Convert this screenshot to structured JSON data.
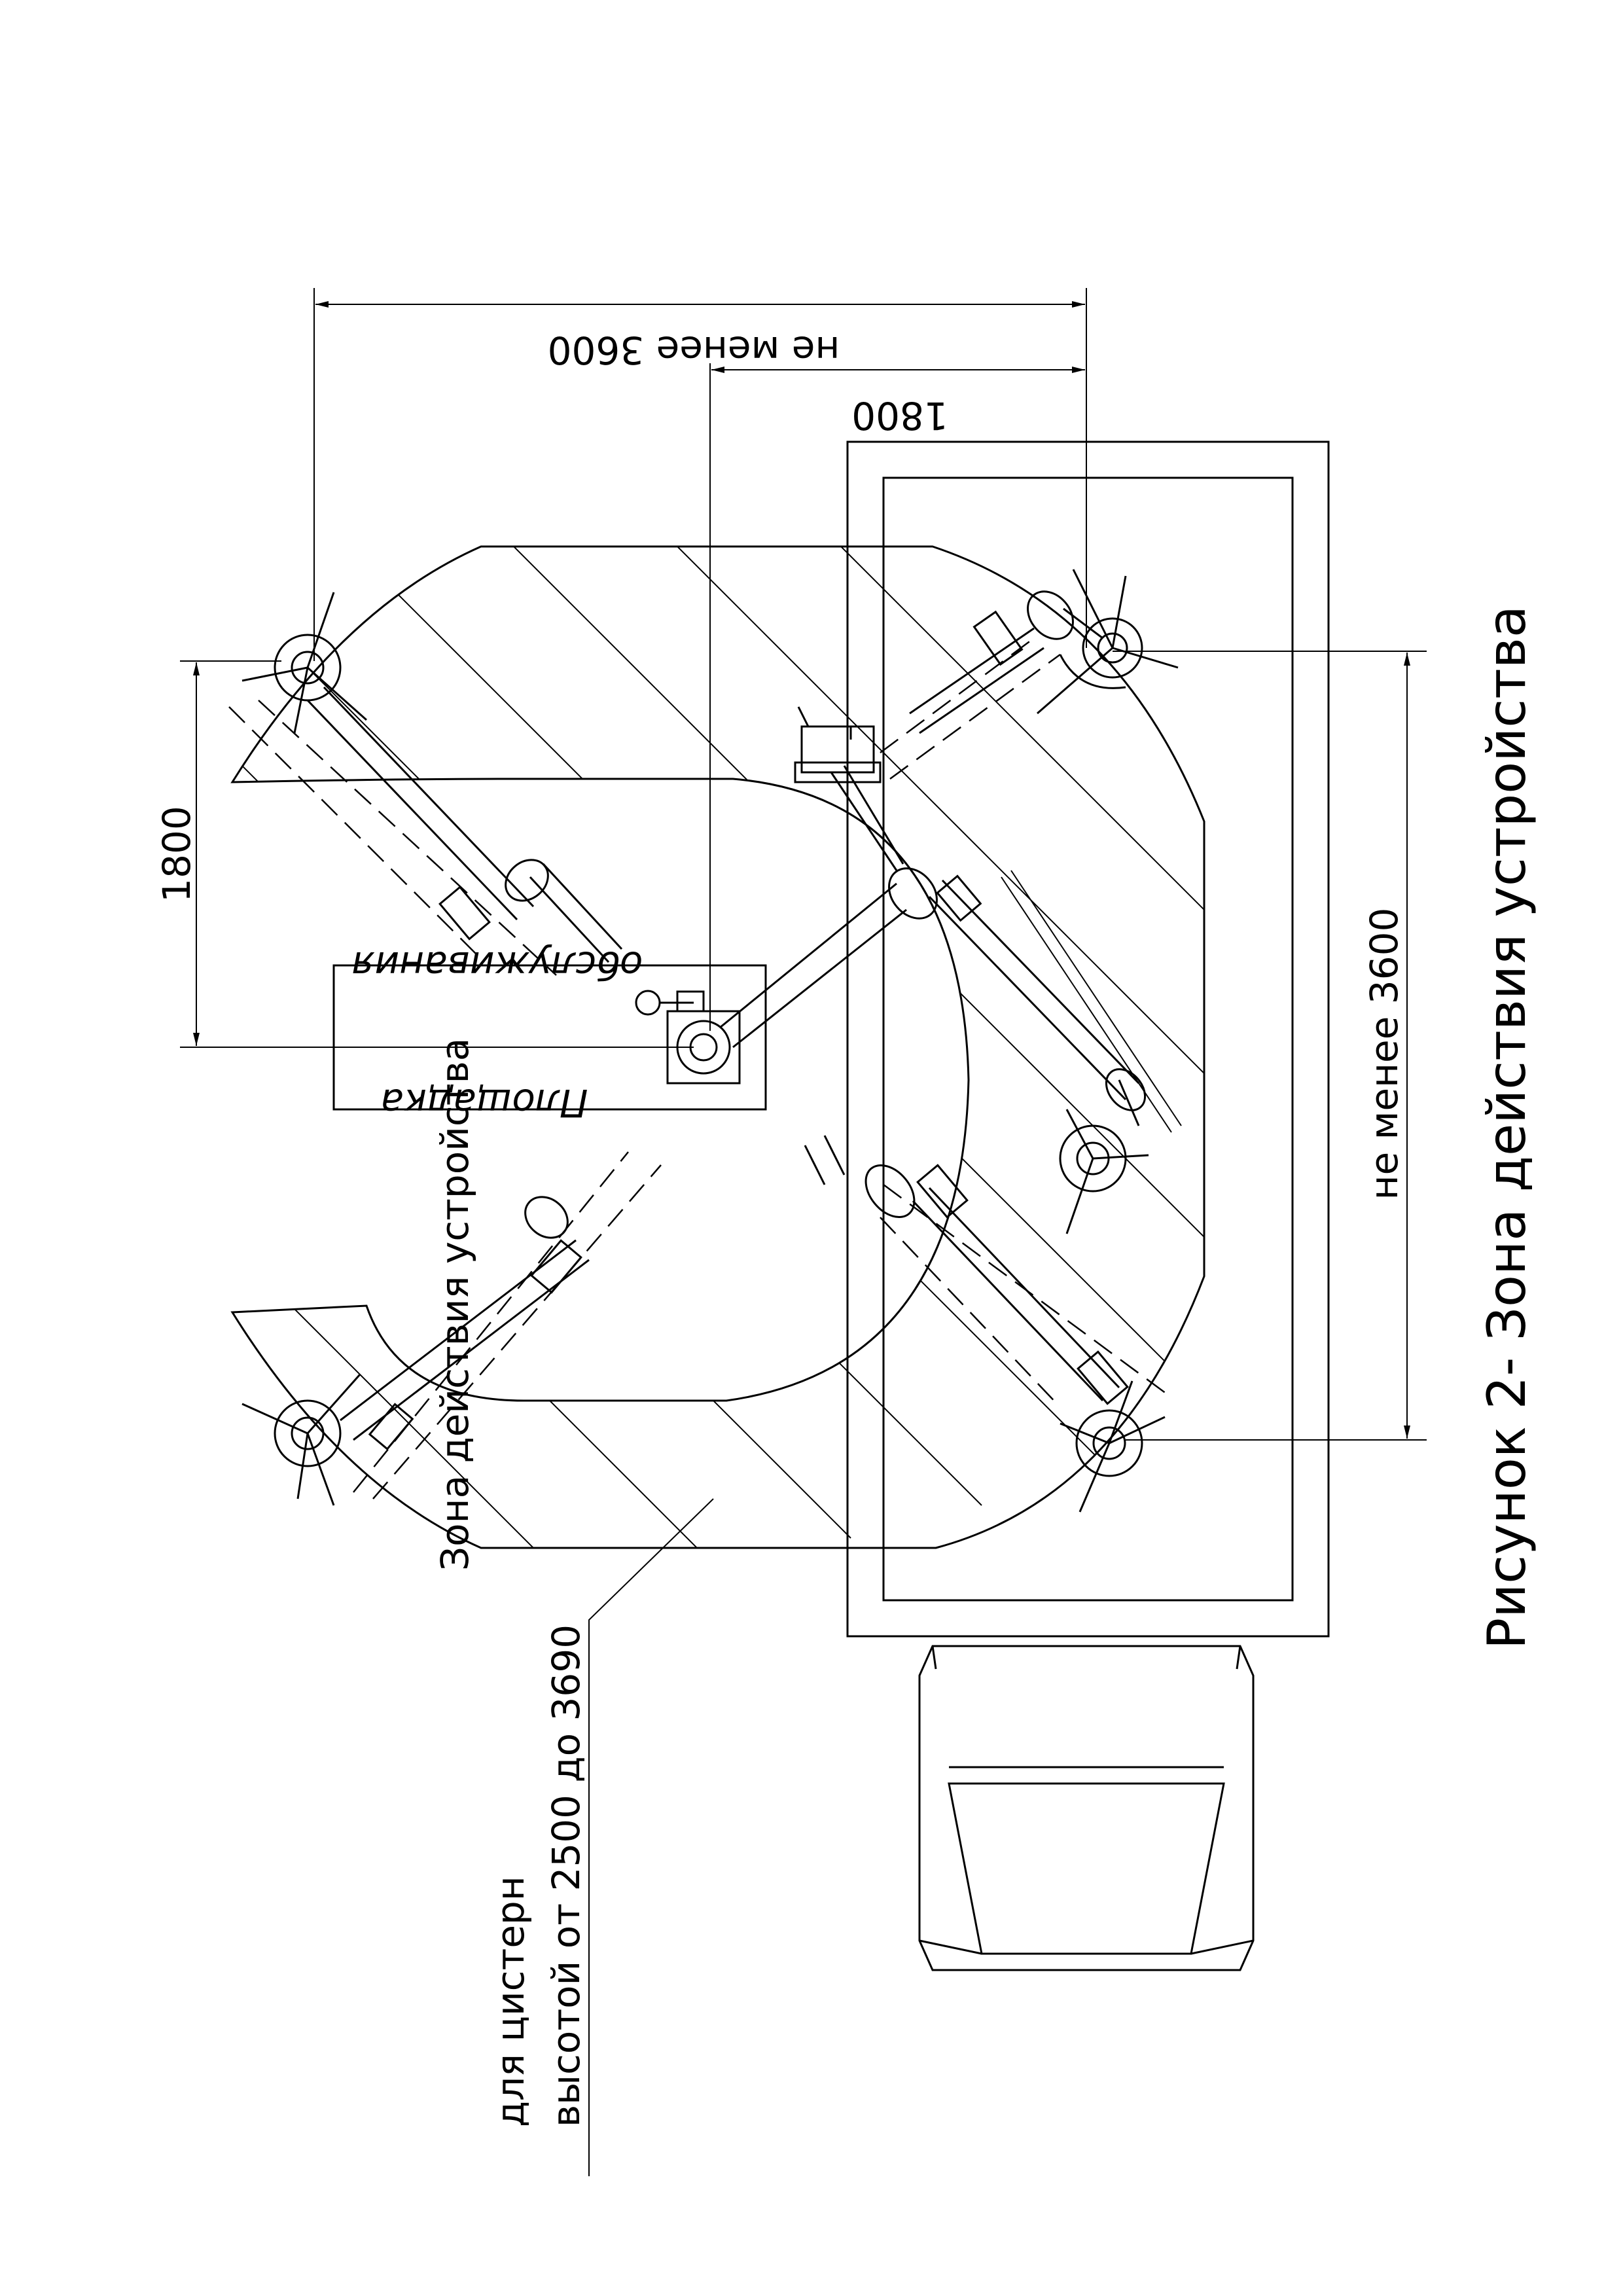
{
  "caption": "Рисунок 2- Зона действия устройства",
  "dimensions": {
    "top_total": "не менее 3600",
    "top_half": "1800",
    "left_vertical": "1800",
    "right_vertical": "не менее 3600"
  },
  "labels": {
    "platform_line1": "Площадка",
    "platform_line2": "обслуживания",
    "zone_line1": "Зона действия устройства",
    "zone_line2": "для цистерн",
    "zone_line3": "высотой от 2500 до 3690"
  }
}
